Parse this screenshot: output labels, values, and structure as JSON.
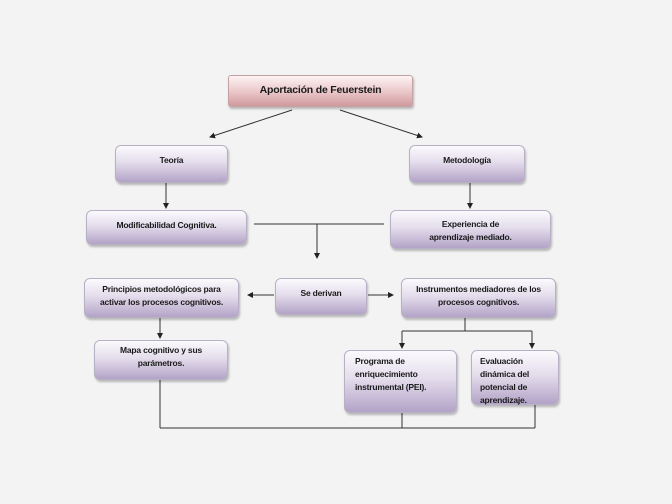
{
  "title": "Aportación de Feuerstein",
  "nodes": {
    "teoria": "Teoría",
    "metodologia": "Metodología",
    "modificabilidad": "Modificabilidad Cognitiva.",
    "experiencia": "Experiencia de aprendizaje mediado.",
    "se_derivan": "Se derivan",
    "principios": "Principios metodológicos para activar los procesos cognitivos.",
    "instrumentos": "Instrumentos mediadores de los procesos cognitivos.",
    "mapa": "Mapa cognitivo y sus parámetros.",
    "programa": "Programa de enriquecimiento instrumental (PEI).",
    "evaluacion": "Evaluación dinámica del potencial de aprendizaje."
  }
}
